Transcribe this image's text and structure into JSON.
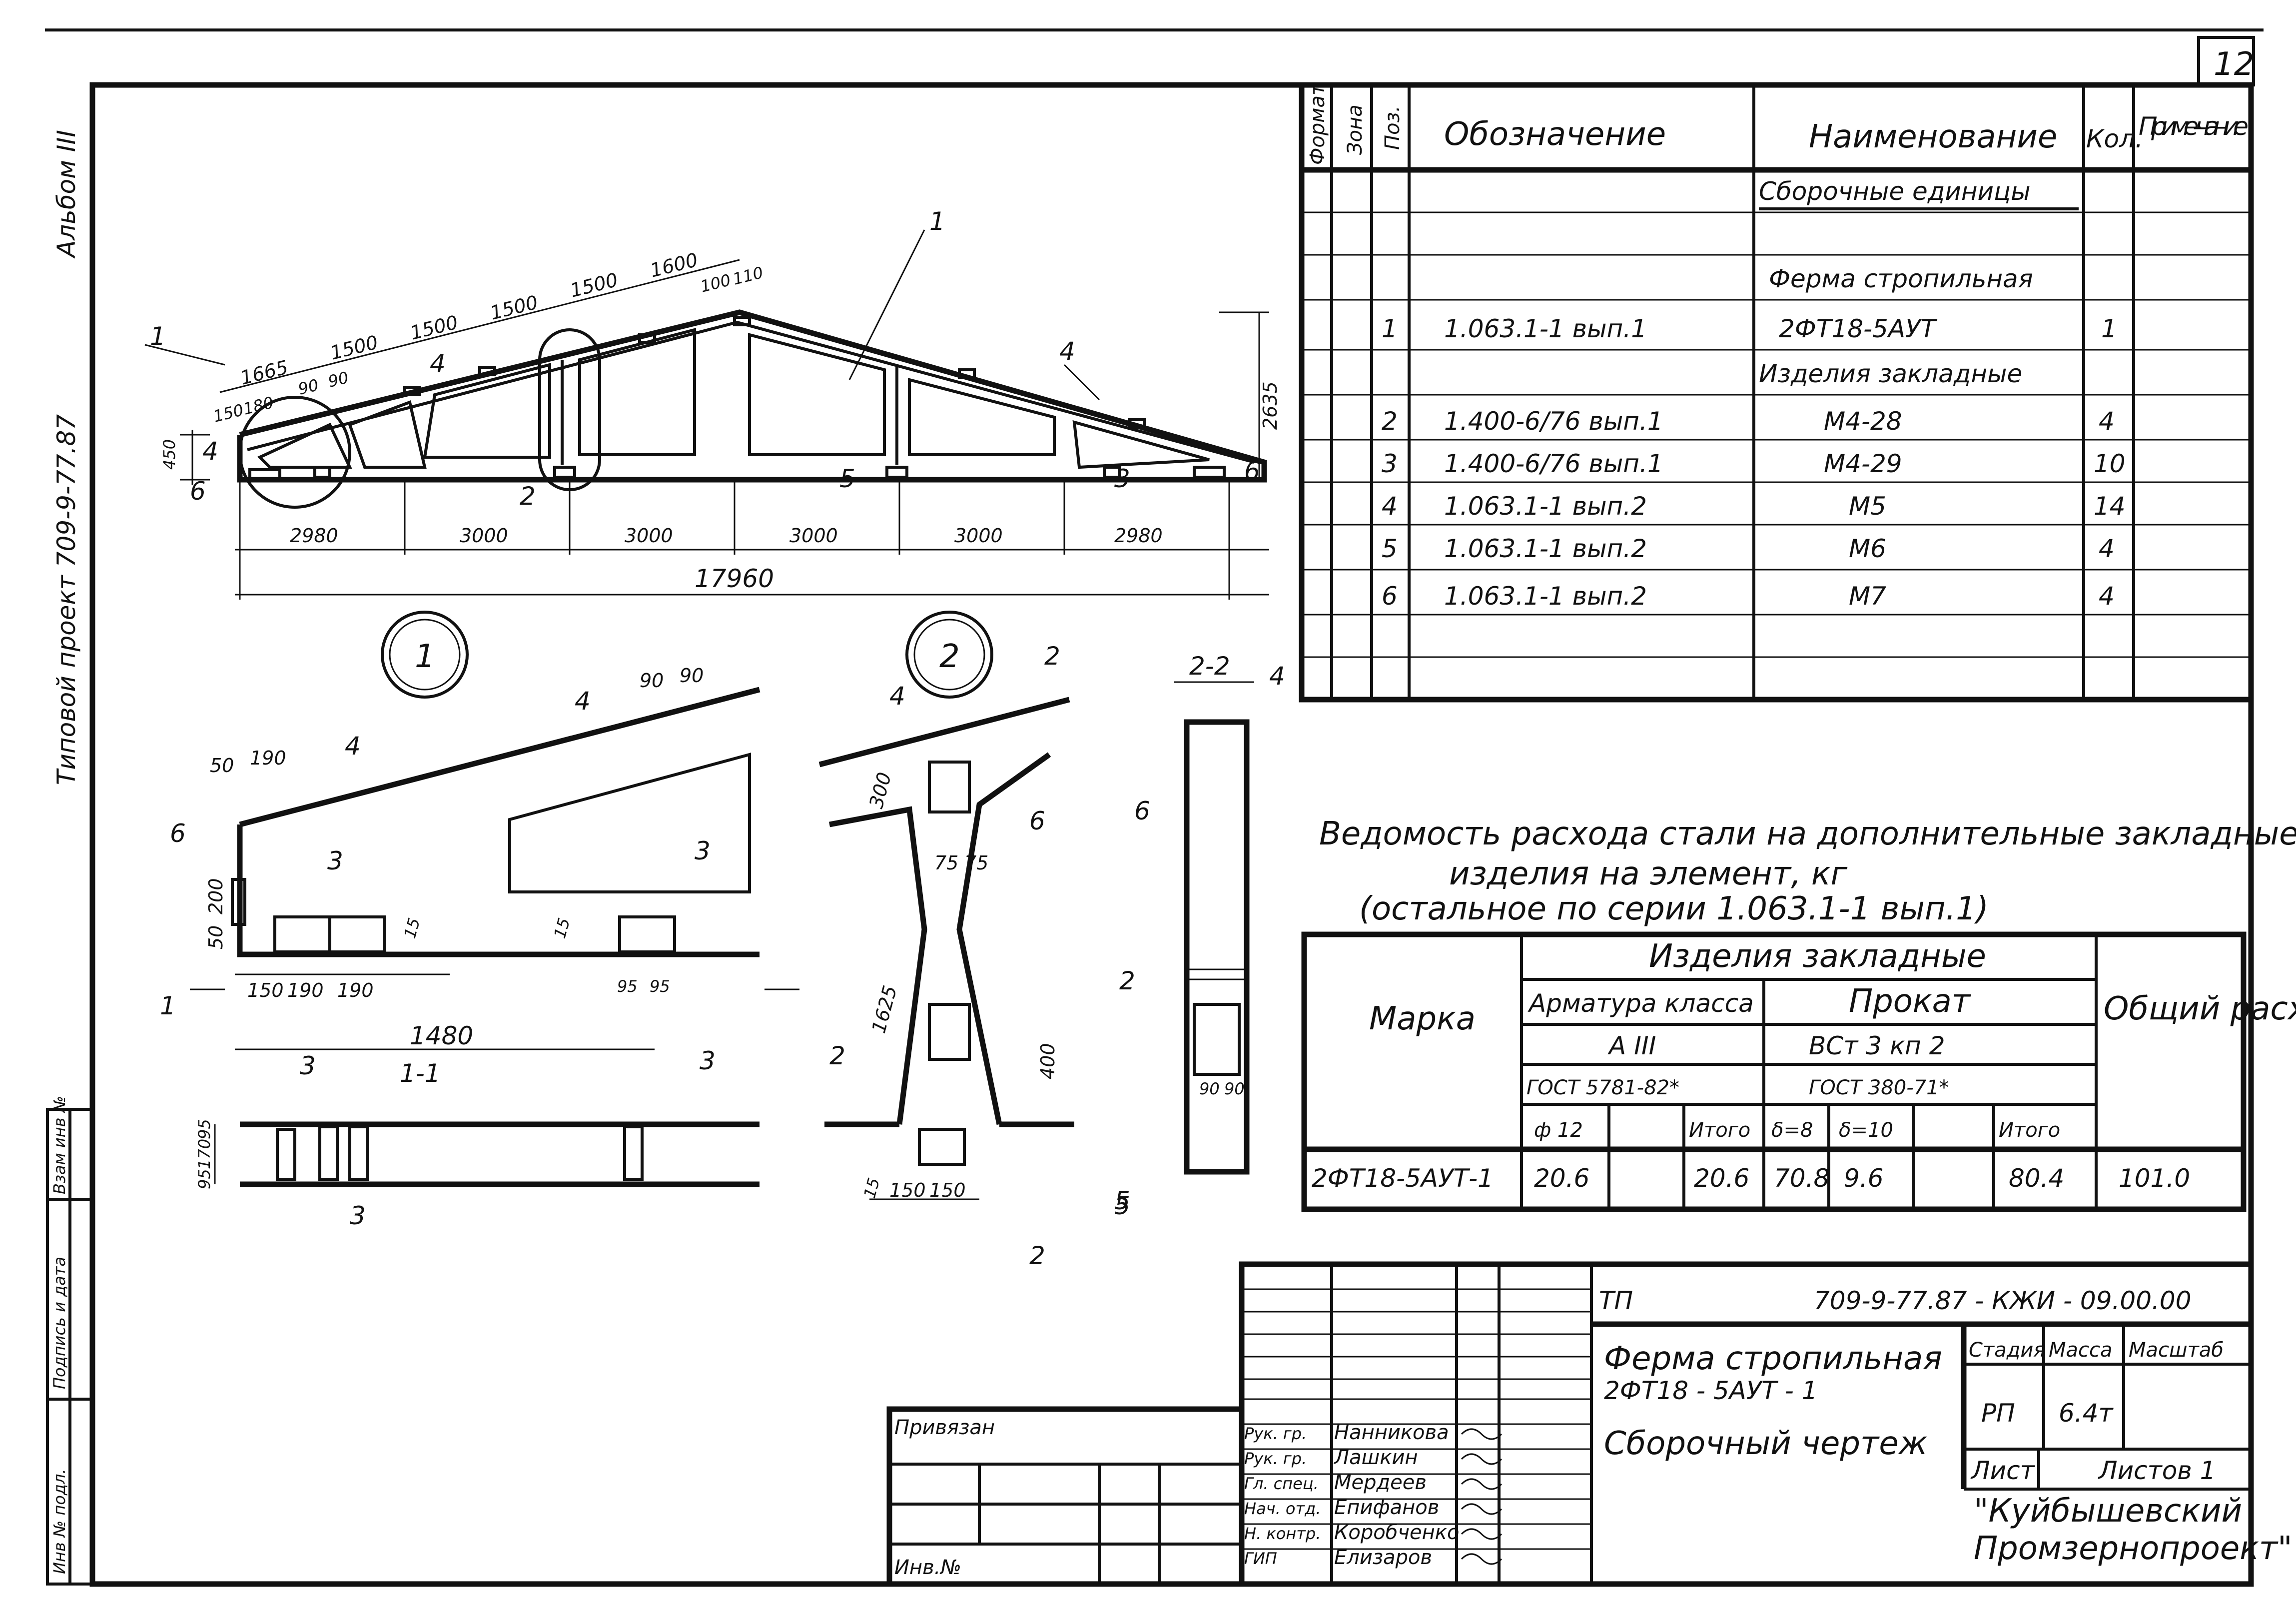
{
  "sheet": {
    "sheet_number": "12",
    "left_margin": {
      "album": "Альбом III",
      "project": "Типовой проект 709-9-77.87",
      "inv": "Инв № подл.",
      "sign_date": "Подпись и дата",
      "vzam": "Взам инв №"
    }
  },
  "spec_table": {
    "headers": {
      "format": "Формат",
      "zone": "Зона",
      "pos": "Поз.",
      "designation": "Обозначение",
      "name": "Наименование",
      "qty": "Кол.",
      "note": "Приме-чание"
    },
    "rows": [
      {
        "pos": "",
        "designation": "",
        "name": "Сборочные единицы",
        "qty": ""
      },
      {
        "pos": "",
        "designation": "",
        "name": "",
        "qty": ""
      },
      {
        "pos": "",
        "designation": "",
        "name": "Ферма стропильная",
        "qty": ""
      },
      {
        "pos": "1",
        "designation": "1.063.1-1 вып.1",
        "name": "2ФТ18-5АУТ",
        "qty": "1"
      },
      {
        "pos": "",
        "designation": "",
        "name": "Изделия закладные",
        "qty": ""
      },
      {
        "pos": "2",
        "designation": "1.400-6/76 вып.1",
        "name": "М4-28",
        "qty": "4"
      },
      {
        "pos": "3",
        "designation": "1.400-6/76 вып.1",
        "name": "М4-29",
        "qty": "10"
      },
      {
        "pos": "4",
        "designation": "1.063.1-1 вып.2",
        "name": "М5",
        "qty": "14"
      },
      {
        "pos": "5",
        "designation": "1.063.1-1 вып.2",
        "name": "М6",
        "qty": "4"
      },
      {
        "pos": "6",
        "designation": "1.063.1-1 вып.2",
        "name": "М7",
        "qty": "4"
      },
      {
        "pos": "",
        "designation": "",
        "name": "",
        "qty": ""
      },
      {
        "pos": "",
        "designation": "",
        "name": "",
        "qty": ""
      }
    ]
  },
  "steel_table": {
    "title_line1": "Ведомость расхода стали на дополнительные закладные",
    "title_line2": "изделия на элемент, кг",
    "title_line3": "(остальное по серии 1.063.1-1 вып.1)",
    "h_marka": "Марка",
    "h_izdelia": "Изделия закладные",
    "h_armatura": "Арматура класса",
    "h_prokat": "Прокат",
    "h_total": "Общий расход",
    "h_class": "А III",
    "h_steel": "ВСт 3 кп 2",
    "h_gost1": "ГОСТ 5781-82*",
    "h_gost2": "ГОСТ 380-71*",
    "h_d12": "ф 12",
    "h_itogo1": "Итого",
    "h_d8": "δ=8",
    "h_d10": "δ=10",
    "h_itogo2": "Итого",
    "row": {
      "marka": "2ФТ18-5АУТ-1",
      "d12": "20.6",
      "itogo1": "20.6",
      "d8": "70.8",
      "d10": "9.6",
      "itogo2": "80.4",
      "total": "101.0"
    }
  },
  "drawing": {
    "truss_dims": [
      "2980",
      "3000",
      "3000",
      "3000",
      "3000",
      "2980"
    ],
    "total_length": "17960",
    "top_dims": [
      "1665",
      "1500",
      "1500",
      "1500",
      "1500",
      "1600"
    ],
    "small_dims": [
      "150",
      "180",
      "90",
      "90",
      "100",
      "110"
    ],
    "height_right": "2635",
    "height_left": "450",
    "callouts": [
      "1",
      "4",
      "6",
      "2",
      "5",
      "3",
      "4",
      "6",
      "1",
      "4"
    ],
    "detail1_label": "1",
    "detail2_label": "2",
    "section_22": "2-2",
    "section_11": "1-1",
    "d1_dims": {
      "a": "50",
      "b": "190",
      "c": "90",
      "d": "90",
      "e": "200",
      "f": "50",
      "g": "150",
      "h": "190",
      "i": "190",
      "j": "1480",
      "k": "15",
      "l": "95",
      "m": "95",
      "n": "15"
    },
    "d2_dims": {
      "a": "300",
      "b": "75",
      "c": "75",
      "d": "1625",
      "e": "400",
      "f": "150",
      "g": "150",
      "h": "15"
    },
    "s22_dims": {
      "a": "90",
      "b": "90"
    },
    "s11_dims": {
      "a": "95",
      "b": "170",
      "c": "95"
    },
    "labels": {
      "n3a": "3",
      "n3b": "3",
      "n3c": "3",
      "n3d": "3",
      "n3e": "3",
      "n4": "4",
      "n6": "6",
      "n4b": "4",
      "n6b": "6",
      "n2": "2",
      "n5": "5",
      "n2b": "2",
      "n4c": "4",
      "n6c": "6",
      "n2c": "2",
      "n5b": "5"
    }
  },
  "title_block": {
    "tp": "ТП",
    "code": "709-9-77.87 - КЖИ - 09.00.00",
    "title_line1": "Ферма стропильная",
    "title_line2": "2ФТ18 - 5АУТ - 1",
    "title_line3": "Сборочный чертеж",
    "stage_h": "Стадия",
    "mass_h": "Масса",
    "scale_h": "Масштаб",
    "stage": "РП",
    "mass": "6.4т",
    "sheet_h": "Лист",
    "sheets_h": "Листов 1",
    "org_line1": "\"Куйбышевский",
    "org_line2": "Промзернопроект\"",
    "privyazan": "Привязан",
    "inv_no": "Инв.№",
    "people": [
      {
        "role": "Рук. гр.",
        "name": "Нанникова"
      },
      {
        "role": "Рук. гр.",
        "name": "Лашкин"
      },
      {
        "role": "Гл. спец.",
        "name": "Мердеев"
      },
      {
        "role": "Нач. отд.",
        "name": "Епифанов"
      },
      {
        "role": "Н. контр.",
        "name": "Коробченко"
      },
      {
        "role": "ГИП",
        "name": "Елизаров"
      }
    ]
  }
}
